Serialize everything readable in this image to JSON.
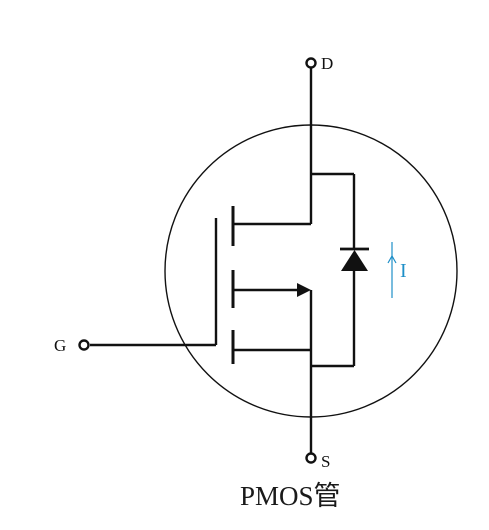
{
  "terminals": {
    "drain": "D",
    "gate": "G",
    "source": "S"
  },
  "current_label": "I",
  "caption": "PMOS管",
  "colors": {
    "line": "#111111",
    "current_arrow": "#1e8fc8",
    "background": "#ffffff"
  }
}
